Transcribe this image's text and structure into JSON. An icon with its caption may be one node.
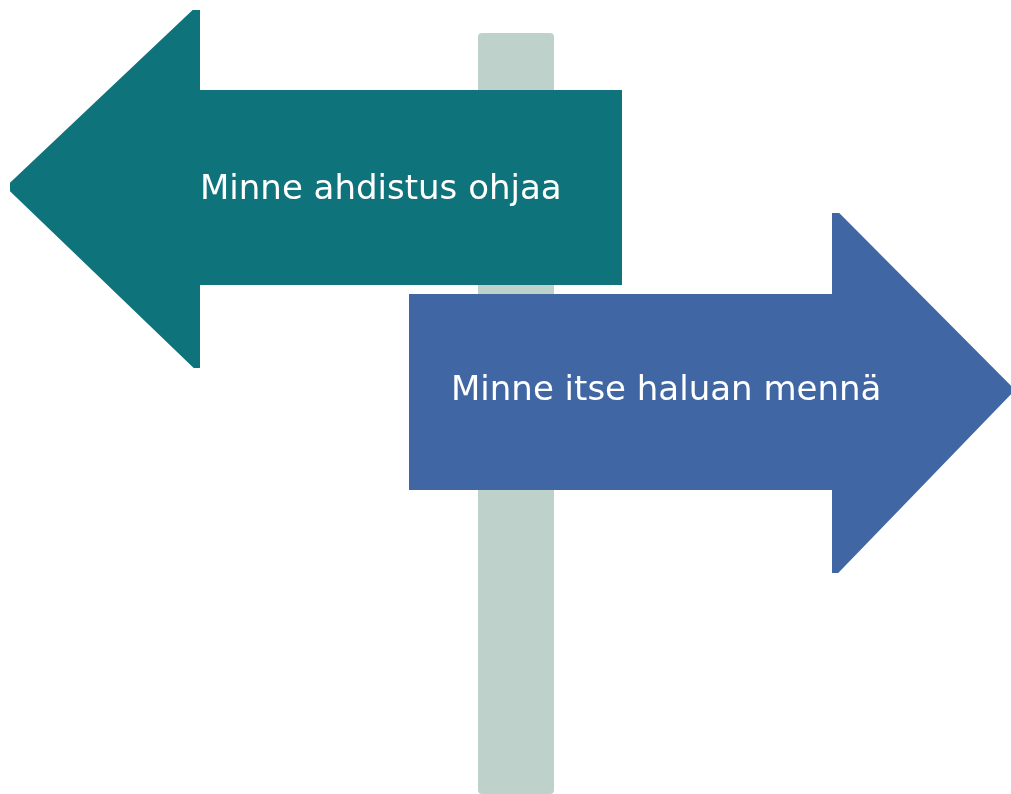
{
  "diagram": {
    "nodes": [
      {
        "text": [
          "Minne ahdistus ohjaa"
        ]
      },
      {
        "text": [
          "Minne itse haluan mennä"
        ]
      },
      {
        "text": [],
        "shape": "bar"
      }
    ]
  }
}
